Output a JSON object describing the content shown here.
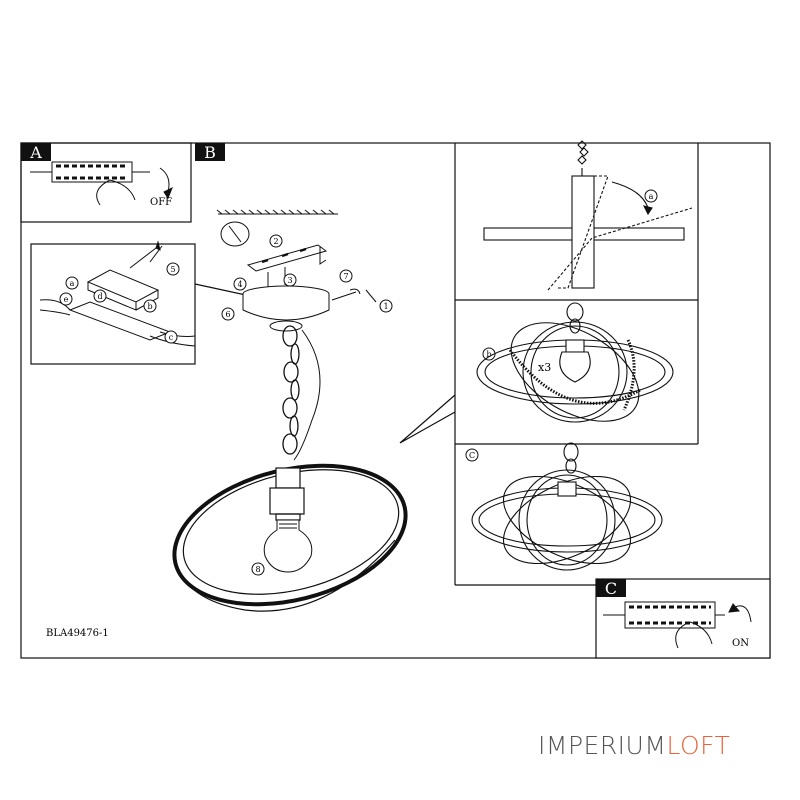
{
  "panels": {
    "a_label": "A",
    "b_label": "B",
    "c_label": "C",
    "c_step_label": "C"
  },
  "text": {
    "off": "OFF",
    "on": "ON",
    "model": "BLA49476-1",
    "x3": "x3",
    "sub_a": "a",
    "sub_b": "b",
    "sub_c": "c",
    "sub_d": "d",
    "sub_e": "e",
    "step_a": "a",
    "step_b": "b"
  },
  "steps": [
    "1",
    "2",
    "3",
    "4",
    "5",
    "6",
    "7",
    "8"
  ],
  "brand": {
    "part1": "IMPERIUM",
    "part2": "LOFT",
    "color_main": "#555555",
    "color_accent": "#e8613a"
  }
}
